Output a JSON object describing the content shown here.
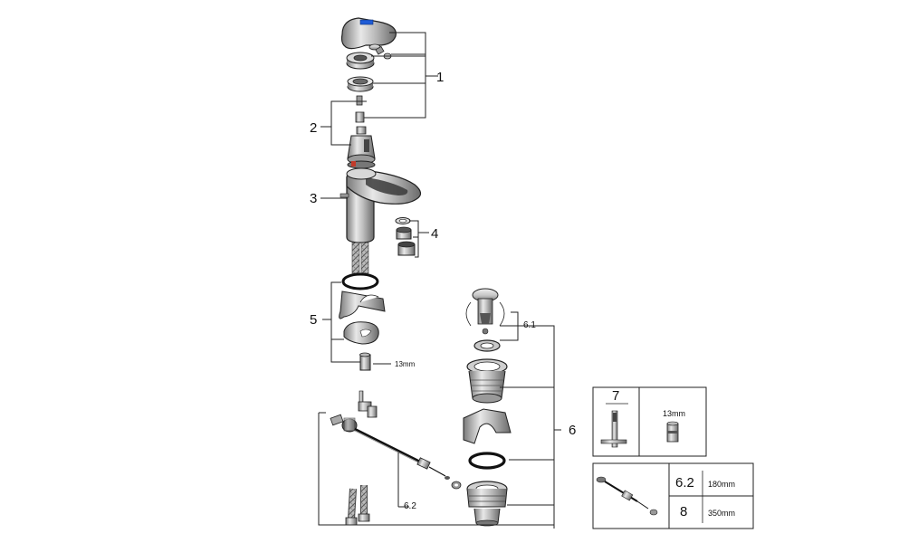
{
  "callouts": {
    "c1": "1",
    "c2": "2",
    "c3": "3",
    "c4": "4",
    "c5": "5",
    "c6": "6",
    "c61": "6.1",
    "c62": "6.2",
    "wrench_size": "13mm"
  },
  "box_tool": {
    "number": "7",
    "size": "13mm"
  },
  "box_rods": {
    "row1_num": "6.2",
    "row1_len": "180mm",
    "row2_num": "8",
    "row2_len": "350mm"
  }
}
